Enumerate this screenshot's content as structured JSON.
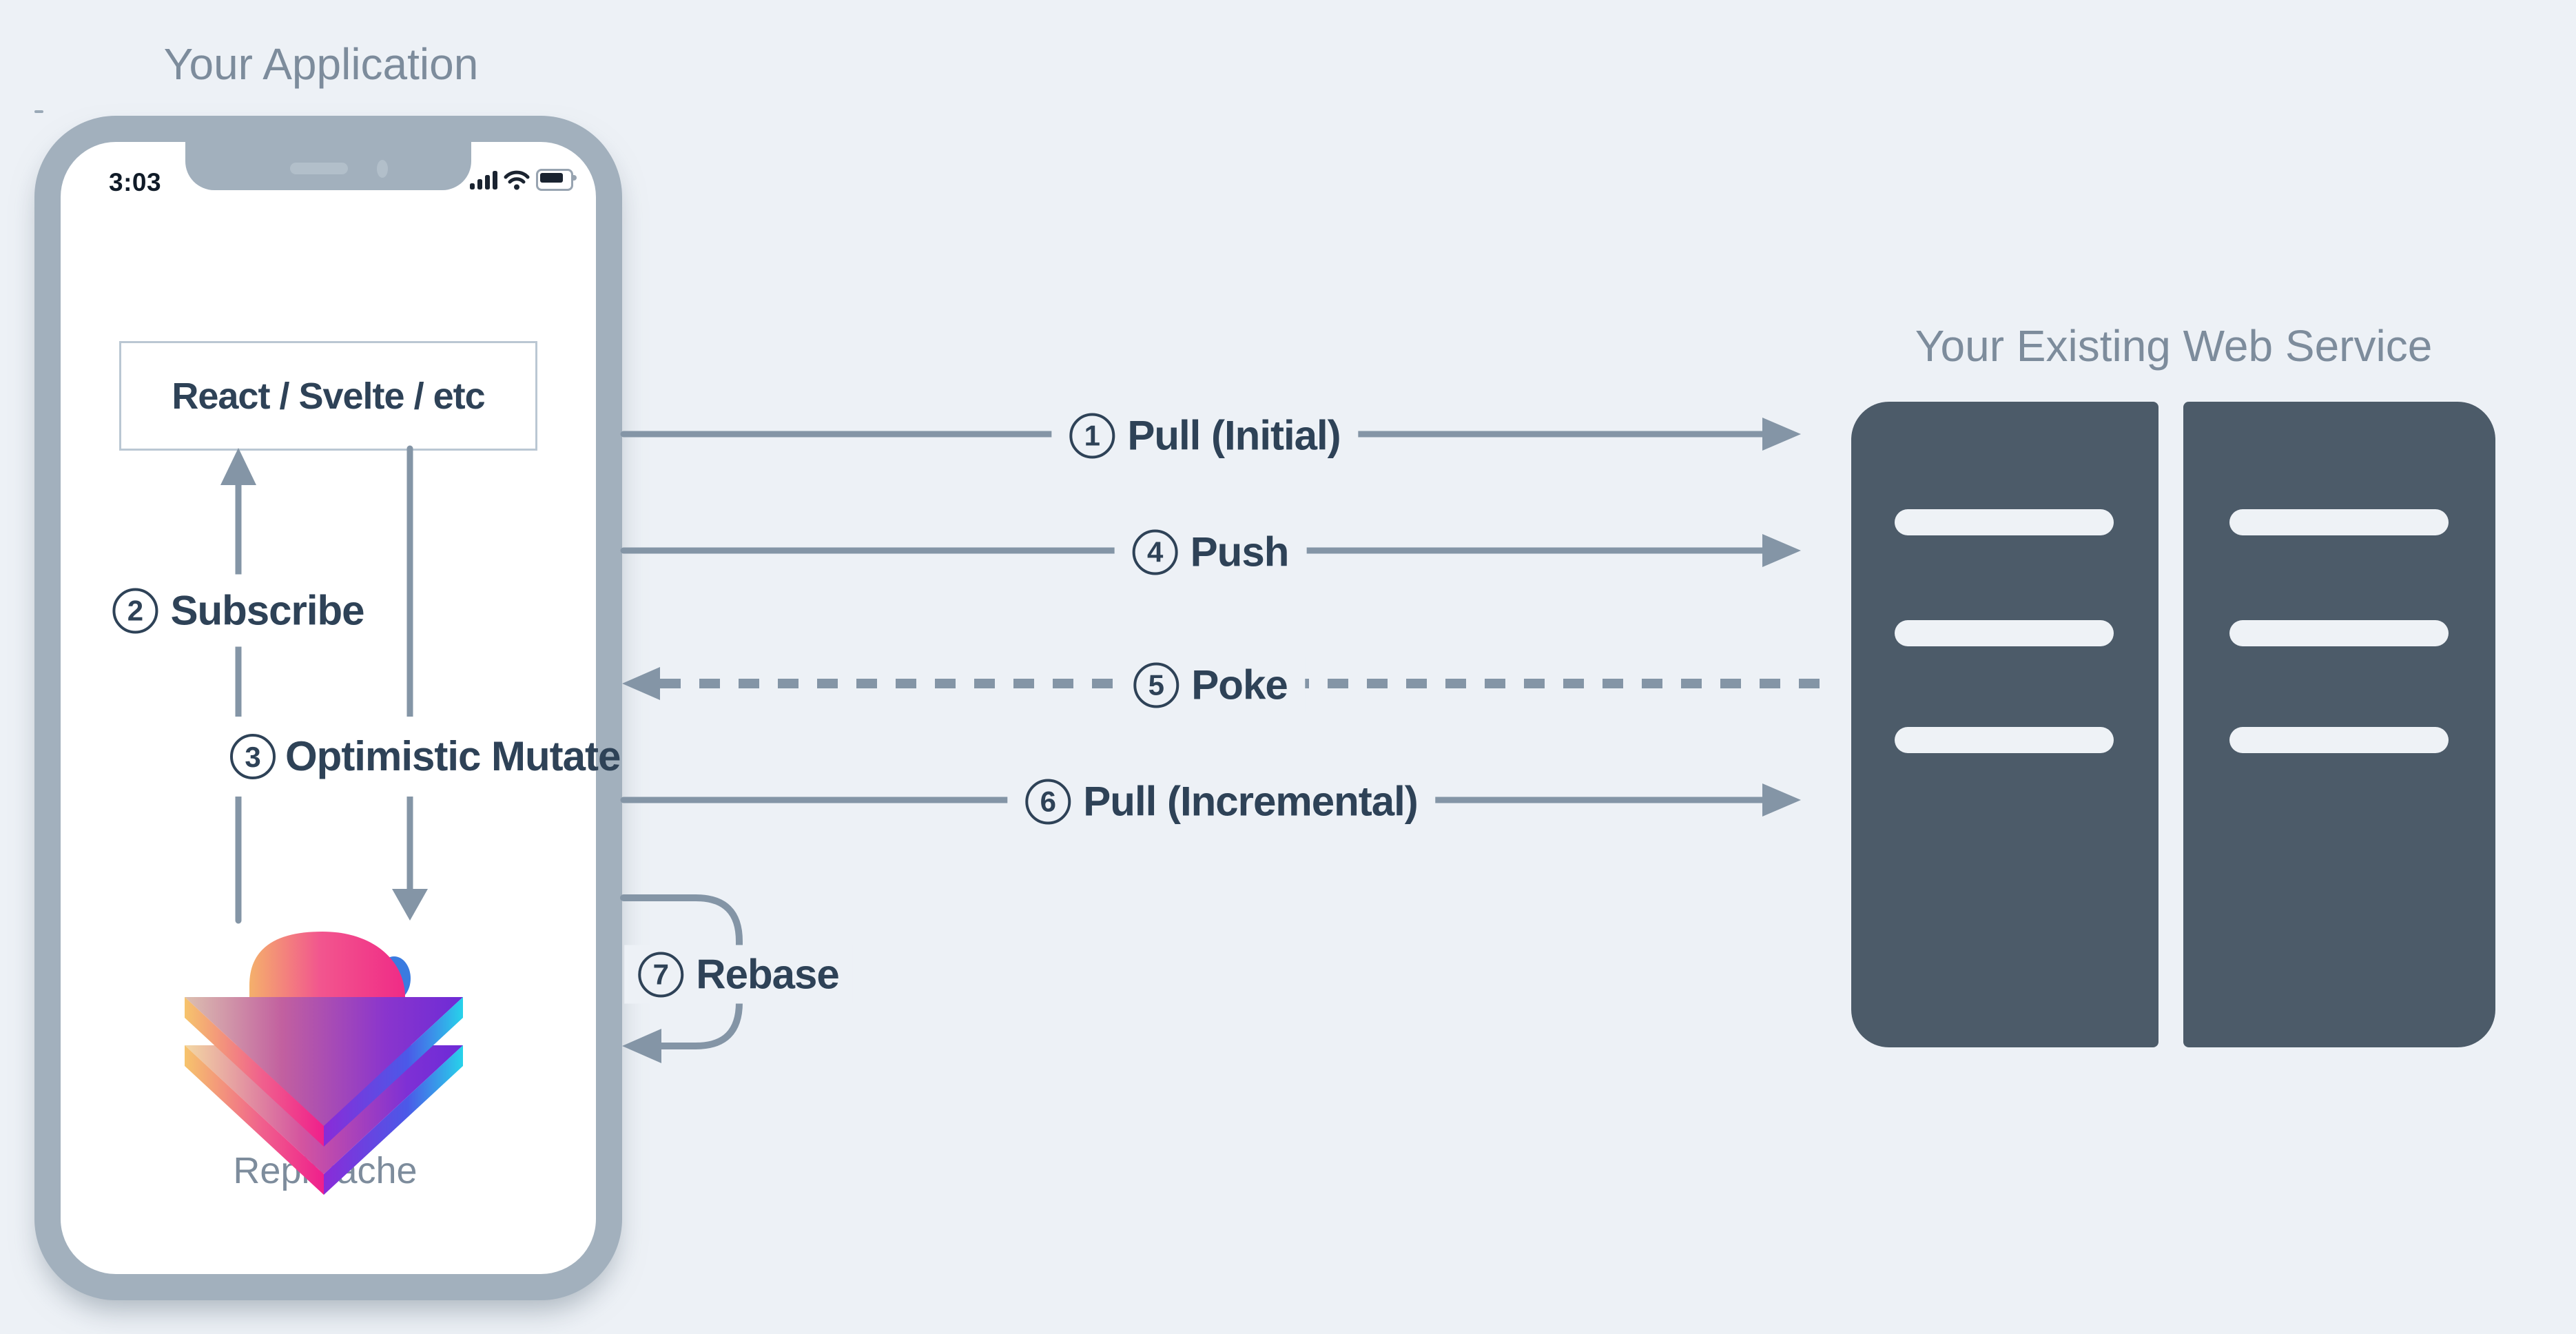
{
  "page": {
    "background": "#edf1f6"
  },
  "phone": {
    "title": "Your Application",
    "status": {
      "time": "3:03",
      "icons": [
        "signal-icon",
        "wifi-icon",
        "battery-icon"
      ]
    },
    "framework_box": {
      "label": "React / Svelte / etc"
    },
    "logo": {
      "label": "Replicache"
    }
  },
  "server": {
    "title": "Your Existing Web Service",
    "racks": 2,
    "slots_per_rack": 3
  },
  "flows": [
    {
      "num": "1",
      "label": "Pull (Initial)",
      "direction": "phone-to-server",
      "line": "solid"
    },
    {
      "num": "2",
      "label": "Subscribe",
      "direction": "replicache-to-ui",
      "line": "solid"
    },
    {
      "num": "3",
      "label": "Optimistic Mutate",
      "direction": "ui-to-replicache",
      "line": "solid"
    },
    {
      "num": "4",
      "label": "Push",
      "direction": "phone-to-server",
      "line": "solid"
    },
    {
      "num": "5",
      "label": "Poke",
      "direction": "server-to-phone",
      "line": "dashed"
    },
    {
      "num": "6",
      "label": "Pull (Incremental)",
      "direction": "phone-to-server",
      "line": "solid"
    },
    {
      "num": "7",
      "label": "Rebase",
      "direction": "self-loop",
      "line": "solid"
    }
  ],
  "colors": {
    "background": "#edf1f6",
    "bezel": "#a2b0bd",
    "line": "#8495a6",
    "label_text": "#2e4257",
    "muted_title": "#7d8c9c",
    "rack": "#4c5b69",
    "pill": "#eef2f6",
    "status_text": "#101b28"
  }
}
